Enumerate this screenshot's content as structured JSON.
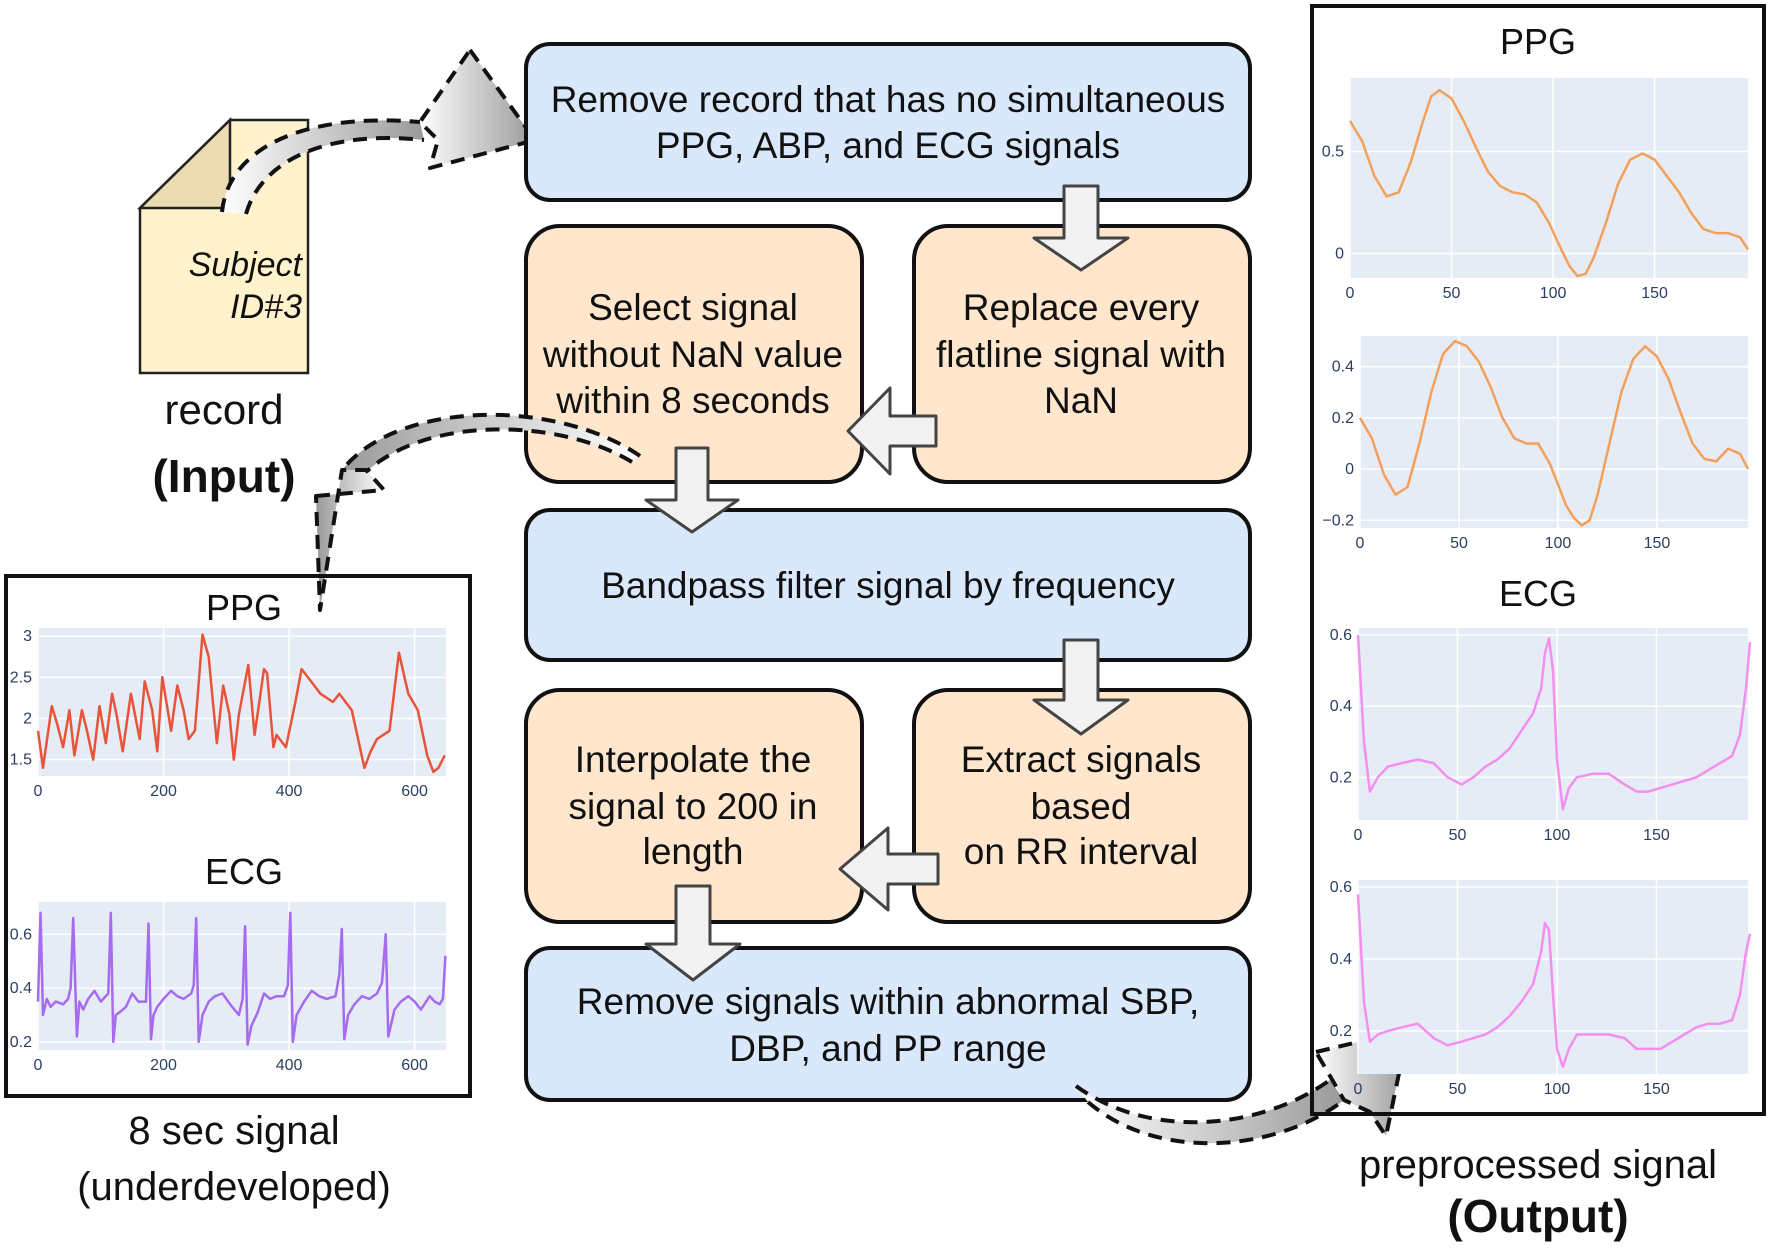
{
  "colors": {
    "blue_box": "#dae8fc",
    "orange_box": "#ffe6cc",
    "plot_bg": "#e5ecf6",
    "ppg_input": "#e8533a",
    "ecg_input": "#a66bf0",
    "ppg_output": "#f5a05a",
    "ecg_output": "#f48ff0",
    "doc_fill": "#fff2cc",
    "arrow_fill": "#f2f2f2"
  },
  "input": {
    "doc_label_line1": "Subject",
    "doc_label_line2": "ID#3",
    "record_label": "record",
    "input_label": "(Input)"
  },
  "flow": {
    "step1_line1": "Remove record that has no simultaneous",
    "step1_line2": "PPG, ABP, and ECG signals",
    "step2_line1": "Replace every",
    "step2_line2": "flatline signal with",
    "step2_line3": "NaN",
    "step3_line1": "Select signal",
    "step3_line2": "without NaN value",
    "step3_line3": "within 8 seconds",
    "step4": "Bandpass filter signal by frequency",
    "step5_line1": "Extract signals",
    "step5_line2": "based",
    "step5_line3": "on RR interval",
    "step6_line1": "Interpolate the",
    "step6_line2": "signal to 200 in",
    "step6_line3": "length",
    "step7_line1": "Remove signals within abnormal SBP,",
    "step7_line2": "DBP, and PP range"
  },
  "left_panel": {
    "ppg_title": "PPG",
    "ecg_title": "ECG",
    "caption_line1": "8 sec signal",
    "caption_line2": "(underdeveloped)"
  },
  "right_panel": {
    "ppg_title": "PPG",
    "ecg_title": "ECG",
    "caption_line1": "preprocessed signal",
    "caption_line2": "(Output)"
  },
  "chart_data": [
    {
      "id": "input-ppg",
      "type": "line",
      "title": "PPG",
      "xlim": [
        0,
        650
      ],
      "ylim": [
        1.3,
        3.1
      ],
      "xticks": [
        0,
        200,
        400,
        600
      ],
      "yticks": [
        1.5,
        2,
        2.5,
        3
      ],
      "ytick_labels": [
        "1.5",
        "2",
        "2.5",
        "3"
      ],
      "color": "#e8533a",
      "x": [
        0,
        8,
        22,
        30,
        40,
        50,
        58,
        70,
        78,
        88,
        98,
        108,
        118,
        125,
        135,
        148,
        162,
        170,
        182,
        190,
        198,
        212,
        222,
        232,
        240,
        250,
        262,
        272,
        278,
        285,
        295,
        305,
        312,
        320,
        335,
        345,
        360,
        365,
        375,
        380,
        395,
        410,
        420,
        430,
        450,
        470,
        480,
        500,
        520,
        530,
        540,
        560,
        575,
        590,
        605,
        620,
        630,
        638,
        648
      ],
      "y": [
        1.85,
        1.4,
        2.15,
        1.95,
        1.65,
        2.1,
        1.55,
        2.1,
        1.85,
        1.5,
        2.15,
        1.7,
        2.3,
        2.05,
        1.6,
        2.3,
        1.75,
        2.45,
        2.1,
        1.6,
        2.5,
        1.85,
        2.4,
        2.1,
        1.75,
        1.85,
        3.02,
        2.75,
        2.25,
        1.7,
        2.4,
        2.05,
        1.5,
        2.05,
        2.65,
        1.8,
        2.6,
        2.55,
        1.65,
        1.8,
        1.65,
        2.2,
        2.6,
        2.5,
        2.3,
        2.2,
        2.3,
        2.1,
        1.4,
        1.6,
        1.75,
        1.85,
        2.8,
        2.3,
        2.1,
        1.55,
        1.35,
        1.4,
        1.55
      ]
    },
    {
      "id": "input-ecg",
      "type": "line",
      "title": "ECG",
      "xlim": [
        0,
        650
      ],
      "ylim": [
        0.17,
        0.72
      ],
      "xticks": [
        0,
        200,
        400,
        600
      ],
      "yticks": [
        0.2,
        0.4,
        0.6
      ],
      "ytick_labels": [
        "0.2",
        "0.4",
        "0.6"
      ],
      "color": "#a66bf0",
      "x": [
        0,
        4,
        8,
        14,
        20,
        28,
        40,
        48,
        52,
        56,
        62,
        66,
        72,
        80,
        90,
        100,
        112,
        116,
        120,
        124,
        130,
        140,
        150,
        160,
        172,
        176,
        180,
        184,
        190,
        200,
        212,
        222,
        232,
        244,
        248,
        252,
        256,
        262,
        272,
        282,
        294,
        306,
        320,
        326,
        330,
        334,
        340,
        350,
        360,
        370,
        380,
        392,
        398,
        402,
        406,
        412,
        424,
        436,
        448,
        460,
        474,
        480,
        484,
        488,
        494,
        504,
        516,
        528,
        540,
        548,
        554,
        558,
        562,
        568,
        578,
        590,
        600,
        610,
        624,
        632,
        640,
        645,
        649
      ],
      "y": [
        0.35,
        0.68,
        0.3,
        0.36,
        0.33,
        0.35,
        0.34,
        0.36,
        0.4,
        0.66,
        0.22,
        0.35,
        0.32,
        0.36,
        0.39,
        0.35,
        0.38,
        0.68,
        0.2,
        0.3,
        0.31,
        0.33,
        0.38,
        0.35,
        0.35,
        0.64,
        0.21,
        0.3,
        0.33,
        0.36,
        0.39,
        0.37,
        0.36,
        0.38,
        0.41,
        0.66,
        0.2,
        0.3,
        0.35,
        0.37,
        0.38,
        0.34,
        0.3,
        0.36,
        0.63,
        0.19,
        0.26,
        0.31,
        0.38,
        0.36,
        0.37,
        0.37,
        0.41,
        0.68,
        0.2,
        0.3,
        0.35,
        0.39,
        0.37,
        0.36,
        0.37,
        0.45,
        0.62,
        0.21,
        0.3,
        0.34,
        0.37,
        0.36,
        0.38,
        0.42,
        0.6,
        0.22,
        0.26,
        0.32,
        0.35,
        0.37,
        0.35,
        0.32,
        0.37,
        0.35,
        0.34,
        0.36,
        0.52
      ]
    },
    {
      "id": "output-ppg-1",
      "type": "line",
      "xlim": [
        0,
        196
      ],
      "ylim": [
        -0.12,
        0.86
      ],
      "xticks": [
        0,
        50,
        100,
        150
      ],
      "yticks": [
        0,
        0.5
      ],
      "ytick_labels": [
        "0",
        "0.5"
      ],
      "color": "#f5a05a",
      "x": [
        0,
        6,
        12,
        18,
        24,
        30,
        36,
        40,
        44,
        50,
        56,
        62,
        68,
        74,
        80,
        86,
        92,
        98,
        104,
        108,
        112,
        116,
        120,
        126,
        132,
        138,
        144,
        150,
        156,
        162,
        168,
        174,
        180,
        186,
        192,
        196
      ],
      "y": [
        0.65,
        0.55,
        0.38,
        0.28,
        0.3,
        0.45,
        0.65,
        0.77,
        0.8,
        0.76,
        0.65,
        0.52,
        0.4,
        0.33,
        0.3,
        0.29,
        0.25,
        0.15,
        0.02,
        -0.06,
        -0.11,
        -0.1,
        -0.02,
        0.15,
        0.34,
        0.46,
        0.49,
        0.46,
        0.38,
        0.3,
        0.2,
        0.12,
        0.1,
        0.1,
        0.08,
        0.02
      ]
    },
    {
      "id": "output-ppg-2",
      "type": "line",
      "xlim": [
        0,
        196
      ],
      "ylim": [
        -0.23,
        0.52
      ],
      "xticks": [
        0,
        50,
        100,
        150
      ],
      "yticks": [
        -0.2,
        0,
        0.2,
        0.4
      ],
      "ytick_labels": [
        "−0.2",
        "0",
        "0.2",
        "0.4"
      ],
      "color": "#f5a05a",
      "x": [
        0,
        6,
        12,
        18,
        24,
        30,
        36,
        42,
        48,
        54,
        60,
        66,
        72,
        78,
        84,
        90,
        96,
        100,
        104,
        108,
        112,
        116,
        120,
        126,
        132,
        138,
        144,
        150,
        156,
        162,
        168,
        174,
        180,
        186,
        192,
        196
      ],
      "y": [
        0.2,
        0.12,
        -0.02,
        -0.1,
        -0.07,
        0.1,
        0.3,
        0.45,
        0.5,
        0.48,
        0.42,
        0.32,
        0.2,
        0.12,
        0.1,
        0.1,
        0.02,
        -0.06,
        -0.14,
        -0.19,
        -0.22,
        -0.2,
        -0.1,
        0.1,
        0.3,
        0.43,
        0.48,
        0.44,
        0.35,
        0.22,
        0.1,
        0.04,
        0.03,
        0.08,
        0.06,
        0.0
      ]
    },
    {
      "id": "output-ecg-1",
      "type": "line",
      "xlim": [
        0,
        196
      ],
      "ylim": [
        0.08,
        0.62
      ],
      "xticks": [
        0,
        50,
        100,
        150
      ],
      "yticks": [
        0.2,
        0.4,
        0.6
      ],
      "ytick_labels": [
        "0.2",
        "0.4",
        "0.6"
      ],
      "color": "#f48ff0",
      "x": [
        0,
        3,
        6,
        10,
        15,
        22,
        30,
        38,
        45,
        52,
        58,
        64,
        70,
        76,
        82,
        88,
        92,
        94,
        96,
        98,
        100,
        103,
        106,
        110,
        118,
        126,
        134,
        140,
        146,
        152,
        158,
        164,
        170,
        176,
        182,
        188,
        192,
        195,
        197
      ],
      "y": [
        0.6,
        0.3,
        0.16,
        0.2,
        0.23,
        0.24,
        0.25,
        0.24,
        0.2,
        0.18,
        0.2,
        0.23,
        0.25,
        0.28,
        0.33,
        0.38,
        0.45,
        0.55,
        0.59,
        0.5,
        0.25,
        0.11,
        0.17,
        0.2,
        0.21,
        0.21,
        0.18,
        0.16,
        0.16,
        0.17,
        0.18,
        0.19,
        0.2,
        0.22,
        0.24,
        0.26,
        0.32,
        0.45,
        0.58
      ]
    },
    {
      "id": "output-ecg-2",
      "type": "line",
      "xlim": [
        0,
        196
      ],
      "ylim": [
        0.08,
        0.62
      ],
      "xticks": [
        0,
        50,
        100,
        150
      ],
      "yticks": [
        0.2,
        0.4,
        0.6
      ],
      "ytick_labels": [
        "0.2",
        "0.4",
        "0.6"
      ],
      "color": "#f48ff0",
      "x": [
        0,
        3,
        6,
        10,
        15,
        22,
        30,
        38,
        45,
        52,
        58,
        64,
        70,
        76,
        82,
        88,
        92,
        94,
        96,
        98,
        100,
        103,
        106,
        110,
        118,
        126,
        134,
        140,
        146,
        152,
        158,
        164,
        170,
        176,
        182,
        188,
        192,
        195,
        197
      ],
      "y": [
        0.58,
        0.28,
        0.17,
        0.19,
        0.2,
        0.21,
        0.22,
        0.18,
        0.16,
        0.17,
        0.18,
        0.19,
        0.21,
        0.24,
        0.28,
        0.33,
        0.42,
        0.5,
        0.48,
        0.3,
        0.15,
        0.1,
        0.15,
        0.19,
        0.19,
        0.19,
        0.18,
        0.15,
        0.15,
        0.15,
        0.17,
        0.19,
        0.21,
        0.22,
        0.22,
        0.23,
        0.3,
        0.42,
        0.47
      ]
    }
  ]
}
